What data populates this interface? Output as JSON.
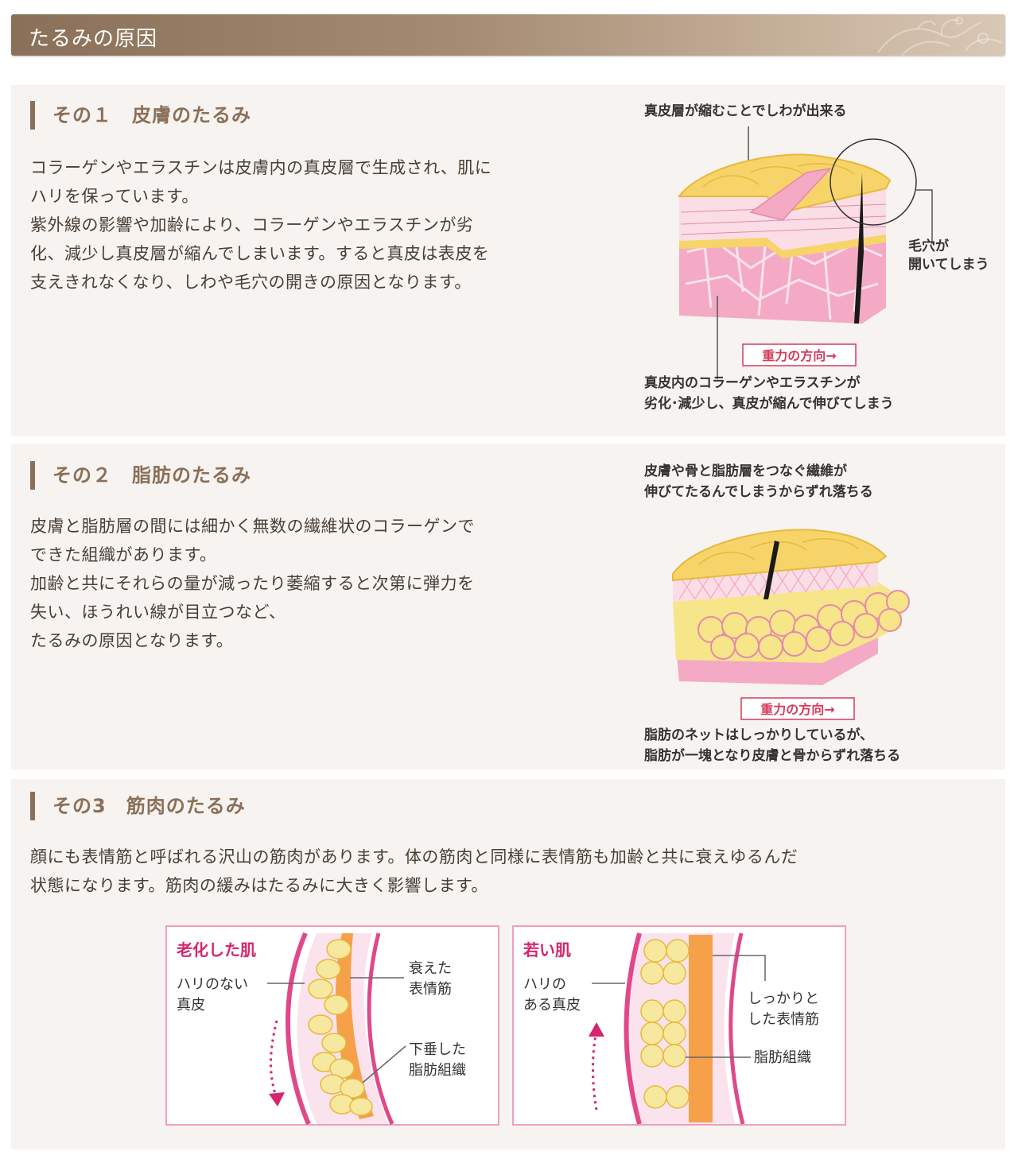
{
  "banner": {
    "title": "たるみの原因"
  },
  "sections": [
    {
      "heading": "その１　皮膚のたるみ",
      "body": [
        "コラーゲンやエラスチンは皮膚内の真皮層で生成され、肌に",
        "ハリを保っています。",
        "紫外線の影響や加齢により、コラーゲンやエラスチンが劣",
        "化、減少し真皮層が縮んでしまいます。すると真皮は表皮を",
        "支えきれなくなり、しわや毛穴の開きの原因となります。"
      ],
      "figure": {
        "label_top": "真皮層が縮むことでしわが出来る",
        "label_right": [
          "毛穴が",
          "開いてしまう"
        ],
        "gravity": "重力の方向→",
        "label_bottom": [
          "真皮内のコラーゲンやエラスチンが",
          "劣化･減少し、真皮が縮んで伸びてしまう"
        ]
      }
    },
    {
      "heading": "その２　脂肪のたるみ",
      "body": [
        "皮膚と脂肪層の間には細かく無数の繊維状のコラーゲンで",
        "できた組織があります。",
        "加齢と共にそれらの量が減ったり萎縮すると次第に弾力を",
        "失い、ほうれい線が目立つなど、",
        "たるみの原因となります。"
      ],
      "figure": {
        "label_top": [
          "皮膚や骨と脂肪層をつなぐ繊維が",
          "伸びてたるんでしまうからずれ落ちる"
        ],
        "gravity": "重力の方向→",
        "label_bottom": [
          "脂肪のネットはしっかりしているが、",
          "脂肪が一塊となり皮膚と骨からずれ落ちる"
        ]
      }
    },
    {
      "heading": "その3　筋肉のたるみ",
      "body": [
        "顔にも表情筋と呼ばれる沢山の筋肉があります。体の筋肉と同様に表情筋も加齢と共に衰えゆるんだ",
        "状態になります。筋肉の緩みはたるみに大きく影響します。"
      ],
      "figure": {
        "aged": {
          "title": "老化した肌",
          "label_dermis": [
            "ハリのない",
            "真皮"
          ],
          "label_muscle": [
            "衰えた",
            "表情筋"
          ],
          "label_fat": [
            "下垂した",
            "脂肪組織"
          ]
        },
        "young": {
          "title": "若い肌",
          "label_dermis": [
            "ハリの",
            "ある真皮"
          ],
          "label_muscle": [
            "しっかりと",
            "した表情筋"
          ],
          "label_fat": "脂肪組織"
        }
      }
    }
  ],
  "colors": {
    "accent_brown": "#8a7058",
    "panel_bg": "#f7f3f0",
    "title_pink": "#d6246e",
    "gravity_red": "#d63a5a",
    "skin_yellow": "#f7d46a",
    "skin_pink": "#f4a9c4",
    "muscle_orange": "#f6a04a"
  }
}
